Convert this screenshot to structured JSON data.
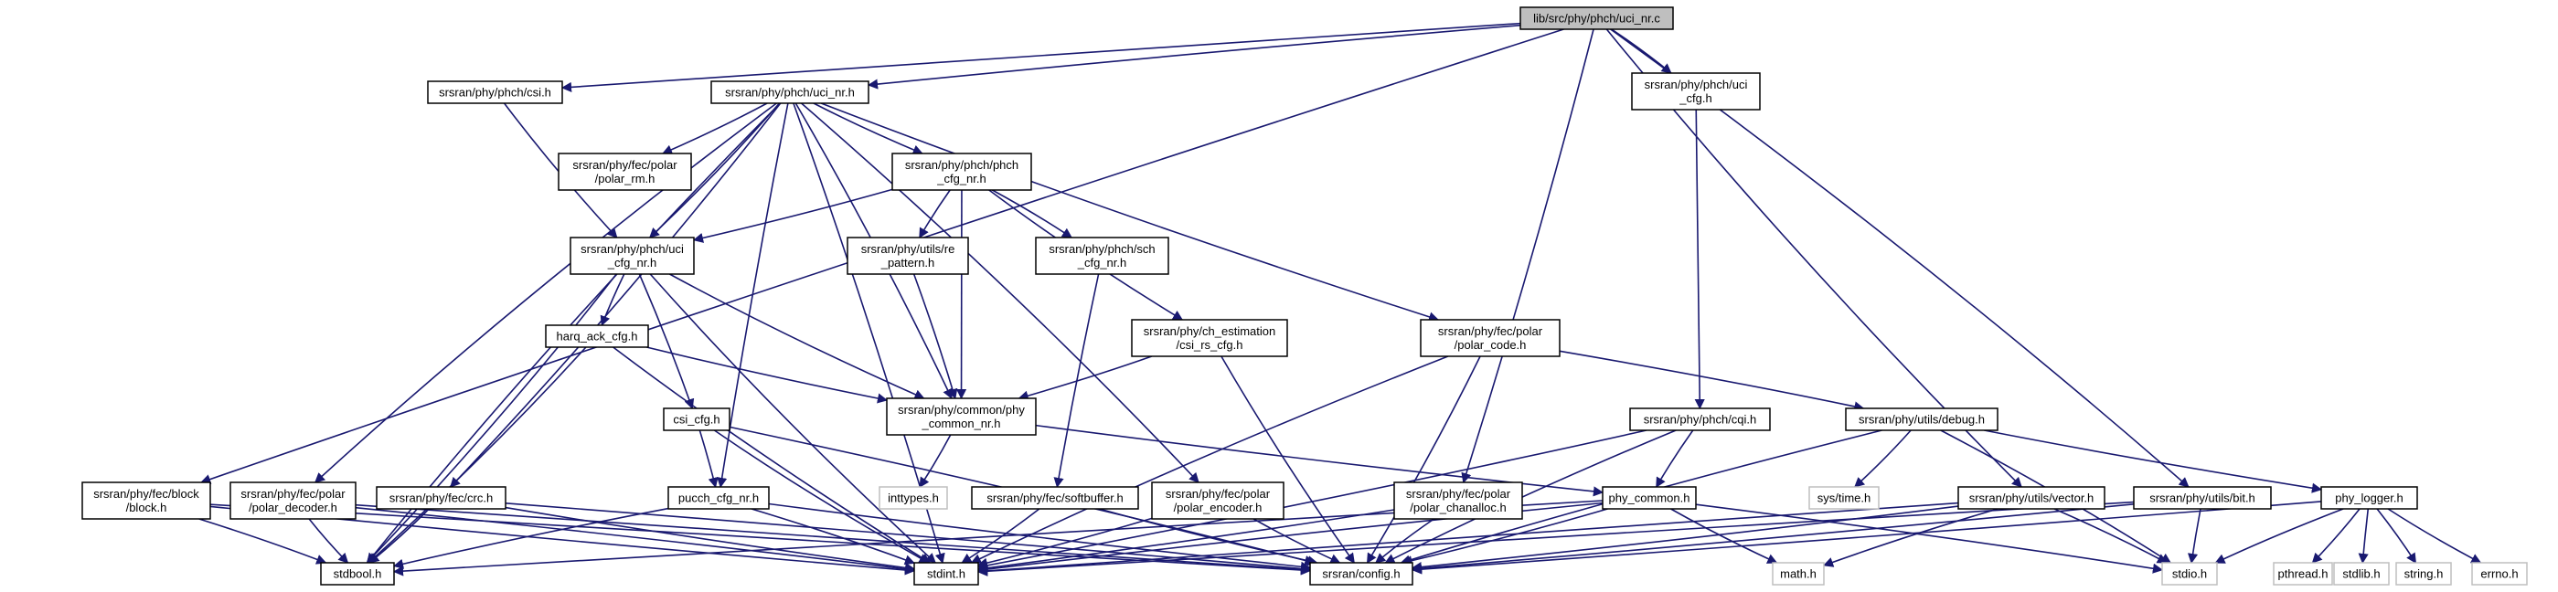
{
  "diagram": {
    "colors": {
      "edge": "#191970",
      "node_border": "#000000",
      "external_border": "#bfbfbf",
      "root_fill": "#bfbfbf",
      "node_fill": "#ffffff"
    },
    "nodes": [
      {
        "id": "root",
        "lines": [
          "lib/src/phy/phch/uci_nr.c"
        ],
        "kind": "root"
      },
      {
        "id": "csi_h",
        "lines": [
          "srsran/phy/phch/csi.h"
        ],
        "kind": "doc"
      },
      {
        "id": "uci_nr_h",
        "lines": [
          "srsran/phy/phch/uci_nr.h"
        ],
        "kind": "doc"
      },
      {
        "id": "uci_cfg_h",
        "lines": [
          "srsran/phy/phch/uci",
          "_cfg.h"
        ],
        "kind": "doc"
      },
      {
        "id": "polar_rm",
        "lines": [
          "srsran/phy/fec/polar",
          "/polar_rm.h"
        ],
        "kind": "doc"
      },
      {
        "id": "phch_cfg_nr",
        "lines": [
          "srsran/phy/phch/phch",
          "_cfg_nr.h"
        ],
        "kind": "doc"
      },
      {
        "id": "uci_cfg_nr",
        "lines": [
          "srsran/phy/phch/uci",
          "_cfg_nr.h"
        ],
        "kind": "doc"
      },
      {
        "id": "re_pattern",
        "lines": [
          "srsran/phy/utils/re",
          "_pattern.h"
        ],
        "kind": "doc"
      },
      {
        "id": "sch_cfg_nr",
        "lines": [
          "srsran/phy/phch/sch",
          "_cfg_nr.h"
        ],
        "kind": "doc"
      },
      {
        "id": "csi_rs_cfg",
        "lines": [
          "srsran/phy/ch_estimation",
          "/csi_rs_cfg.h"
        ],
        "kind": "doc"
      },
      {
        "id": "polar_code",
        "lines": [
          "srsran/phy/fec/polar",
          "/polar_code.h"
        ],
        "kind": "doc"
      },
      {
        "id": "harq_ack_cfg",
        "lines": [
          "harq_ack_cfg.h"
        ],
        "kind": "doc"
      },
      {
        "id": "phy_common_nr",
        "lines": [
          "srsran/phy/common/phy",
          "_common_nr.h"
        ],
        "kind": "doc"
      },
      {
        "id": "csi_cfg",
        "lines": [
          "csi_cfg.h"
        ],
        "kind": "doc"
      },
      {
        "id": "cqi_h",
        "lines": [
          "srsran/phy/phch/cqi.h"
        ],
        "kind": "doc"
      },
      {
        "id": "debug_h",
        "lines": [
          "srsran/phy/utils/debug.h"
        ],
        "kind": "doc"
      },
      {
        "id": "inttypes",
        "lines": [
          "inttypes.h"
        ],
        "kind": "ext"
      },
      {
        "id": "sys_time",
        "lines": [
          "sys/time.h"
        ],
        "kind": "ext"
      },
      {
        "id": "block_h",
        "lines": [
          "srsran/phy/fec/block",
          "/block.h"
        ],
        "kind": "doc"
      },
      {
        "id": "polar_decoder",
        "lines": [
          "srsran/phy/fec/polar",
          "/polar_decoder.h"
        ],
        "kind": "doc"
      },
      {
        "id": "crc_h",
        "lines": [
          "srsran/phy/fec/crc.h"
        ],
        "kind": "doc"
      },
      {
        "id": "pucch_cfg_nr",
        "lines": [
          "pucch_cfg_nr.h"
        ],
        "kind": "doc"
      },
      {
        "id": "softbuffer",
        "lines": [
          "srsran/phy/fec/softbuffer.h"
        ],
        "kind": "doc"
      },
      {
        "id": "polar_encoder",
        "lines": [
          "srsran/phy/fec/polar",
          "/polar_encoder.h"
        ],
        "kind": "doc"
      },
      {
        "id": "polar_chanalloc",
        "lines": [
          "srsran/phy/fec/polar",
          "/polar_chanalloc.h"
        ],
        "kind": "doc"
      },
      {
        "id": "phy_common",
        "lines": [
          "phy_common.h"
        ],
        "kind": "doc"
      },
      {
        "id": "vector_h",
        "lines": [
          "srsran/phy/utils/vector.h"
        ],
        "kind": "doc"
      },
      {
        "id": "bit_h",
        "lines": [
          "srsran/phy/utils/bit.h"
        ],
        "kind": "doc"
      },
      {
        "id": "phy_logger",
        "lines": [
          "phy_logger.h"
        ],
        "kind": "doc"
      },
      {
        "id": "stdbool",
        "lines": [
          "stdbool.h"
        ],
        "kind": "doc"
      },
      {
        "id": "stdint",
        "lines": [
          "stdint.h"
        ],
        "kind": "doc"
      },
      {
        "id": "config",
        "lines": [
          "srsran/config.h"
        ],
        "kind": "doc"
      },
      {
        "id": "math",
        "lines": [
          "math.h"
        ],
        "kind": "ext"
      },
      {
        "id": "stdio",
        "lines": [
          "stdio.h"
        ],
        "kind": "ext"
      },
      {
        "id": "pthread",
        "lines": [
          "pthread.h"
        ],
        "kind": "ext"
      },
      {
        "id": "stdlib",
        "lines": [
          "stdlib.h"
        ],
        "kind": "ext"
      },
      {
        "id": "string",
        "lines": [
          "string.h"
        ],
        "kind": "ext"
      },
      {
        "id": "errno",
        "lines": [
          "errno.h"
        ],
        "kind": "ext"
      }
    ],
    "edges": [
      [
        "root",
        "csi_h"
      ],
      [
        "root",
        "uci_nr_h"
      ],
      [
        "root",
        "uci_cfg_h"
      ],
      [
        "root",
        "block_h"
      ],
      [
        "root",
        "polar_chanalloc"
      ],
      [
        "root",
        "vector_h"
      ],
      [
        "root",
        "bit_h"
      ],
      [
        "csi_h",
        "uci_cfg_nr"
      ],
      [
        "uci_nr_h",
        "polar_rm"
      ],
      [
        "uci_nr_h",
        "phch_cfg_nr"
      ],
      [
        "uci_nr_h",
        "uci_cfg_nr"
      ],
      [
        "uci_nr_h",
        "polar_code"
      ],
      [
        "uci_nr_h",
        "phy_common_nr"
      ],
      [
        "uci_nr_h",
        "polar_decoder"
      ],
      [
        "uci_nr_h",
        "crc_h"
      ],
      [
        "uci_nr_h",
        "pucch_cfg_nr"
      ],
      [
        "uci_nr_h",
        "polar_encoder"
      ],
      [
        "uci_nr_h",
        "stdbool"
      ],
      [
        "uci_nr_h",
        "stdint"
      ],
      [
        "uci_cfg_h",
        "cqi_h"
      ],
      [
        "phch_cfg_nr",
        "uci_cfg_nr"
      ],
      [
        "phch_cfg_nr",
        "re_pattern"
      ],
      [
        "phch_cfg_nr",
        "sch_cfg_nr"
      ],
      [
        "phch_cfg_nr",
        "csi_rs_cfg"
      ],
      [
        "phch_cfg_nr",
        "phy_common_nr"
      ],
      [
        "uci_cfg_nr",
        "harq_ack_cfg"
      ],
      [
        "uci_cfg_nr",
        "csi_cfg"
      ],
      [
        "uci_cfg_nr",
        "phy_common_nr"
      ],
      [
        "uci_cfg_nr",
        "stdbool"
      ],
      [
        "uci_cfg_nr",
        "stdint"
      ],
      [
        "re_pattern",
        "phy_common_nr"
      ],
      [
        "sch_cfg_nr",
        "softbuffer"
      ],
      [
        "csi_rs_cfg",
        "phy_common_nr"
      ],
      [
        "csi_rs_cfg",
        "config"
      ],
      [
        "polar_code",
        "debug_h"
      ],
      [
        "polar_code",
        "stdint"
      ],
      [
        "polar_code",
        "config"
      ],
      [
        "harq_ack_cfg",
        "phy_common_nr"
      ],
      [
        "harq_ack_cfg",
        "stdbool"
      ],
      [
        "harq_ack_cfg",
        "stdint"
      ],
      [
        "phy_common_nr",
        "inttypes"
      ],
      [
        "phy_common_nr",
        "phy_common"
      ],
      [
        "csi_cfg",
        "pucch_cfg_nr"
      ],
      [
        "csi_cfg",
        "stdint"
      ],
      [
        "csi_cfg",
        "config"
      ],
      [
        "cqi_h",
        "phy_common"
      ],
      [
        "cqi_h",
        "stdint"
      ],
      [
        "cqi_h",
        "config"
      ],
      [
        "debug_h",
        "sys_time"
      ],
      [
        "debug_h",
        "phy_logger"
      ],
      [
        "debug_h",
        "stdio"
      ],
      [
        "debug_h",
        "config"
      ],
      [
        "block_h",
        "stdbool"
      ],
      [
        "block_h",
        "stdint"
      ],
      [
        "block_h",
        "config"
      ],
      [
        "polar_decoder",
        "stdbool"
      ],
      [
        "polar_decoder",
        "stdint"
      ],
      [
        "polar_decoder",
        "config"
      ],
      [
        "crc_h",
        "stdbool"
      ],
      [
        "crc_h",
        "stdint"
      ],
      [
        "crc_h",
        "config"
      ],
      [
        "pucch_cfg_nr",
        "stdbool"
      ],
      [
        "pucch_cfg_nr",
        "stdint"
      ],
      [
        "pucch_cfg_nr",
        "config"
      ],
      [
        "softbuffer",
        "stdint"
      ],
      [
        "softbuffer",
        "config"
      ],
      [
        "polar_encoder",
        "stdint"
      ],
      [
        "polar_encoder",
        "config"
      ],
      [
        "polar_chanalloc",
        "stdint"
      ],
      [
        "polar_chanalloc",
        "config"
      ],
      [
        "phy_common",
        "stdbool"
      ],
      [
        "phy_common",
        "stdint"
      ],
      [
        "phy_common",
        "config"
      ],
      [
        "phy_common",
        "math"
      ],
      [
        "phy_common",
        "stdio"
      ],
      [
        "vector_h",
        "stdint"
      ],
      [
        "vector_h",
        "config"
      ],
      [
        "vector_h",
        "math"
      ],
      [
        "vector_h",
        "stdio"
      ],
      [
        "bit_h",
        "stdint"
      ],
      [
        "bit_h",
        "config"
      ],
      [
        "bit_h",
        "stdio"
      ],
      [
        "phy_logger",
        "config"
      ],
      [
        "phy_logger",
        "stdio"
      ],
      [
        "phy_logger",
        "pthread"
      ],
      [
        "phy_logger",
        "stdlib"
      ],
      [
        "phy_logger",
        "string"
      ],
      [
        "phy_logger",
        "errno"
      ]
    ]
  }
}
